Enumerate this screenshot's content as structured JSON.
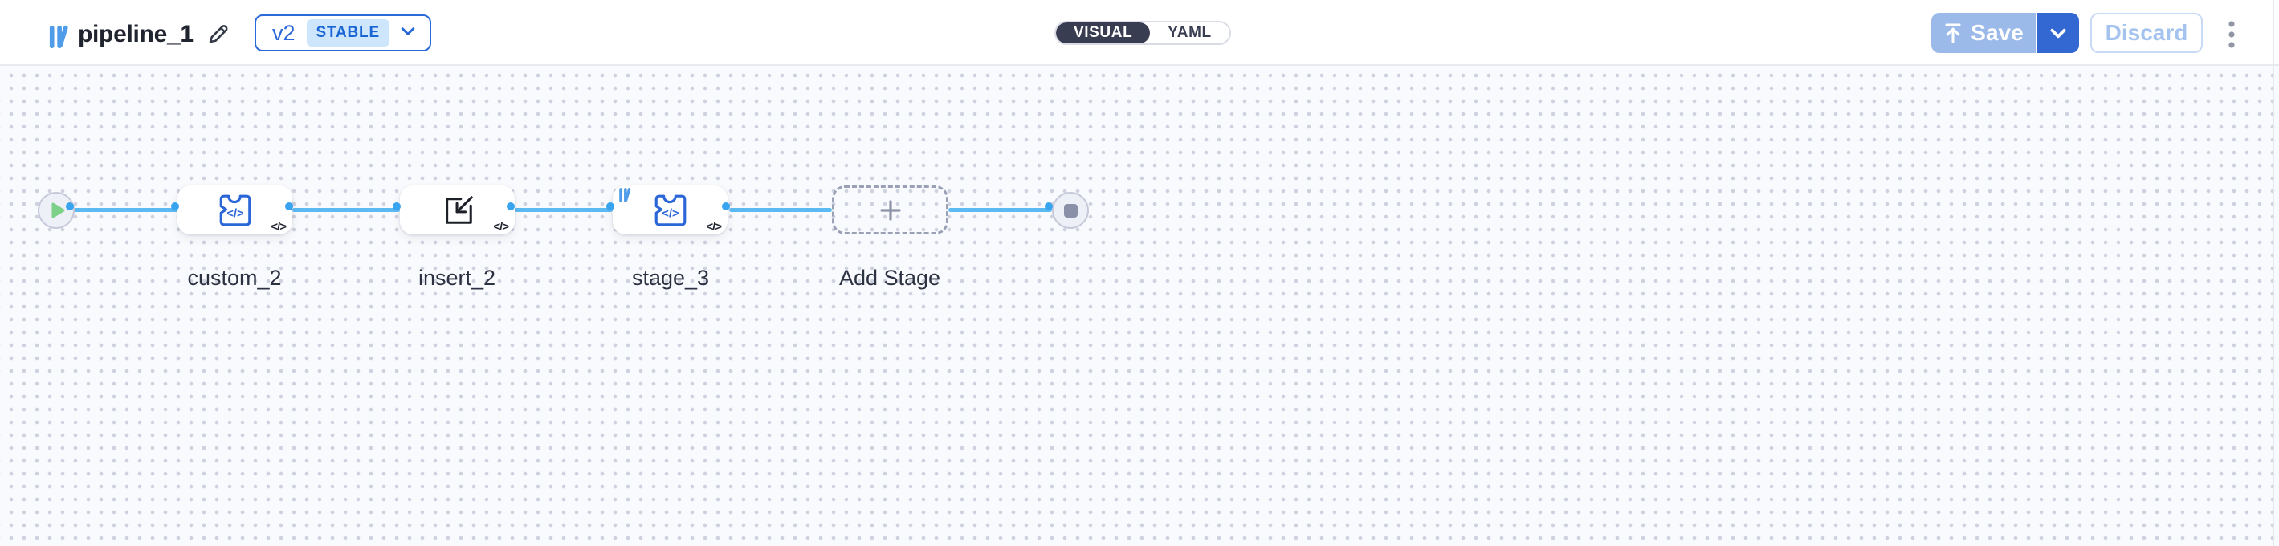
{
  "colors": {
    "accent_blue": "#2a69da",
    "version_badge_bg": "#cde6fb",
    "version_badge_text": "#1a65d6",
    "toggle_dark": "#383d52",
    "save_disabled_bg": "#9cbae9",
    "save_dropdown_bg": "#3368d2",
    "discard_border": "#c9daf6",
    "discard_text": "#a5c3ef",
    "edge_blue": "#5cbaf2",
    "port_blue": "#38a3ef",
    "node_icon_blue": "#2b66d8",
    "play_green": "#7cd087",
    "stop_gray": "#8b90a9",
    "canvas_bg": "#f9fafd",
    "logo_blue": "#4f9de9"
  },
  "header": {
    "title": "pipeline_1",
    "version_label": "v2",
    "version_status": "STABLE",
    "tabs": [
      {
        "label": "VISUAL",
        "selected": true
      },
      {
        "label": "YAML",
        "selected": false
      }
    ],
    "save_label": "Save",
    "discard_label": "Discard"
  },
  "canvas": {
    "nodes": [
      {
        "id": "start",
        "kind": "trigger-node",
        "icon": "play-icon"
      },
      {
        "id": "custom_2",
        "kind": "stage",
        "label": "custom_2",
        "icon": "code-component-icon",
        "badge": "</>"
      },
      {
        "id": "insert_2",
        "kind": "stage",
        "label": "insert_2",
        "icon": "insert-icon",
        "badge": "</>"
      },
      {
        "id": "stage_3",
        "kind": "stage",
        "label": "stage_3",
        "icon": "code-component-icon",
        "badge": "</>",
        "library_mark": true
      },
      {
        "id": "add_stage",
        "kind": "placeholder",
        "label": "Add Stage",
        "icon": "plus-icon"
      },
      {
        "id": "end",
        "kind": "stop-node",
        "icon": "stop-icon"
      }
    ]
  }
}
